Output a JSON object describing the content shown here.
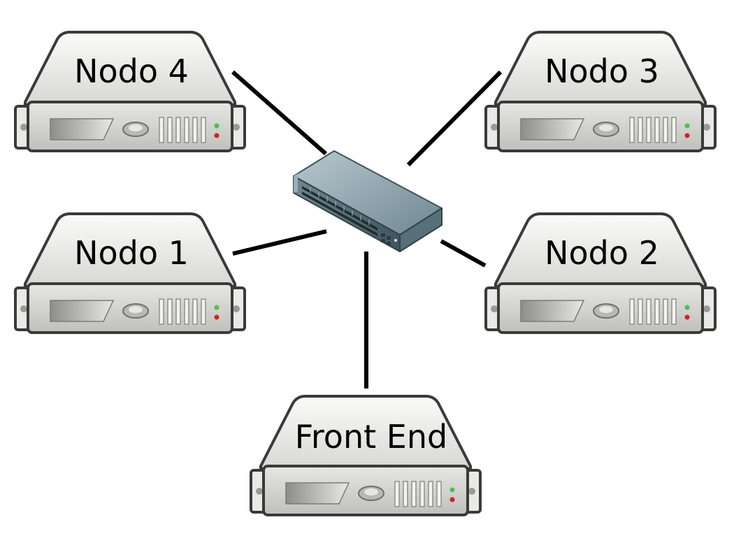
{
  "diagram": {
    "switch": {
      "name": "network-switch"
    },
    "servers": [
      {
        "id": "nodo4",
        "label": "Nodo 4"
      },
      {
        "id": "nodo3",
        "label": "Nodo 3"
      },
      {
        "id": "nodo1",
        "label": "Nodo 1"
      },
      {
        "id": "nodo2",
        "label": "Nodo 2"
      },
      {
        "id": "frontend",
        "label": "Front End"
      }
    ],
    "colors": {
      "link": "#000000",
      "server_body_light": "#f4f4f2",
      "server_body_dark": "#c9cac6",
      "server_outline": "#3a3a3a",
      "switch_top": "#8ea4ae",
      "switch_front": "#4f6670",
      "led_green": "#4cc04c",
      "led_red": "#d62020"
    }
  }
}
